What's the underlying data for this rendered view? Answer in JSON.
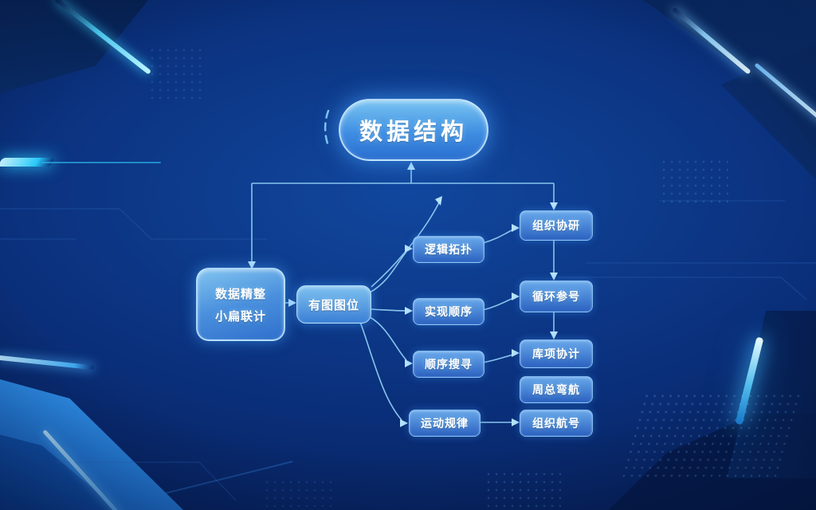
{
  "title": {
    "label": "数据结构"
  },
  "nodes": {
    "source": {
      "line1": "数据精整",
      "line2": "小扁联计"
    },
    "hub": {
      "label": "有图图位"
    },
    "mid": [
      {
        "label": "逻辑拓扑"
      },
      {
        "label": "实现顺序"
      },
      {
        "label": "顺序搜寻"
      },
      {
        "label": "运动规律"
      }
    ],
    "right": [
      {
        "label": "组织协研"
      },
      {
        "label": "循环参号"
      },
      {
        "label": "库项协计"
      },
      {
        "label": "周总弯航"
      },
      {
        "label": "组织航号"
      }
    ]
  },
  "colors": {
    "background_deep": "#04184a",
    "background_mid": "#0a2f7a",
    "node_gradient_top": "#7fc2f0",
    "node_gradient_bottom": "#2f70cc",
    "connector": "#8ecdf2",
    "accent_cyan": "#35d8ff"
  }
}
